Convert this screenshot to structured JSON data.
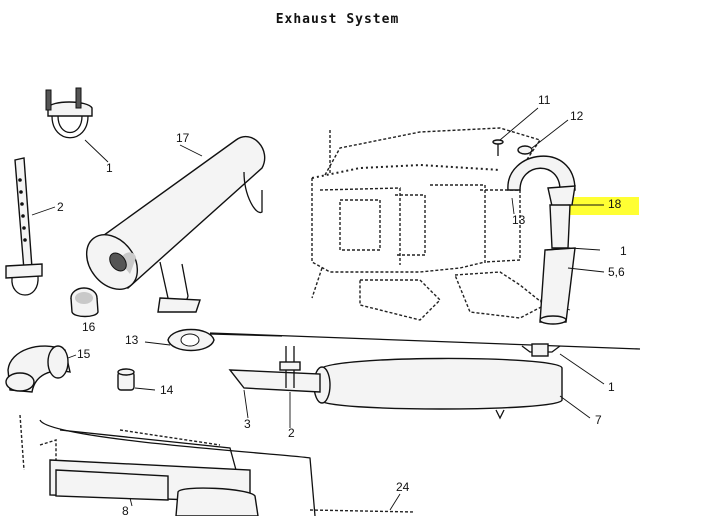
{
  "title": "Exhaust System",
  "highlight_color": "#ffff33",
  "callouts": {
    "c1a": "1",
    "c2a": "2",
    "c17": "17",
    "c16": "16",
    "c11": "11",
    "c12": "12",
    "c13a": "13",
    "c18": "18",
    "c1b": "1",
    "c56": "5,6",
    "c13b": "13",
    "c15": "15",
    "c14": "14",
    "c1c": "1",
    "c7": "7",
    "c3": "3",
    "c2b": "2",
    "c8": "8",
    "c24": "24"
  }
}
